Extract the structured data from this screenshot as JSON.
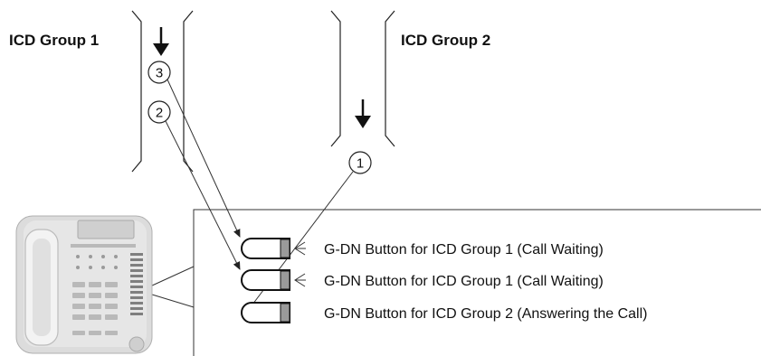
{
  "groups": {
    "group1_label": "ICD Group 1",
    "group2_label": "ICD Group 2"
  },
  "calls": {
    "call1": "1",
    "call2": "2",
    "call3": "3"
  },
  "buttons": [
    {
      "label": "G-DN Button for ICD Group 1 (Call Waiting)",
      "flashing": true
    },
    {
      "label": "G-DN Button for ICD Group 1 (Call Waiting)",
      "flashing": true
    },
    {
      "label": "G-DN Button for ICD Group 2 (Answering the Call)",
      "flashing": false
    }
  ],
  "colors": {
    "line": "#222222",
    "button_tab": "#9a9a9a",
    "phone_body": "#dcdcdc",
    "phone_shadow": "#b9b9b9"
  }
}
